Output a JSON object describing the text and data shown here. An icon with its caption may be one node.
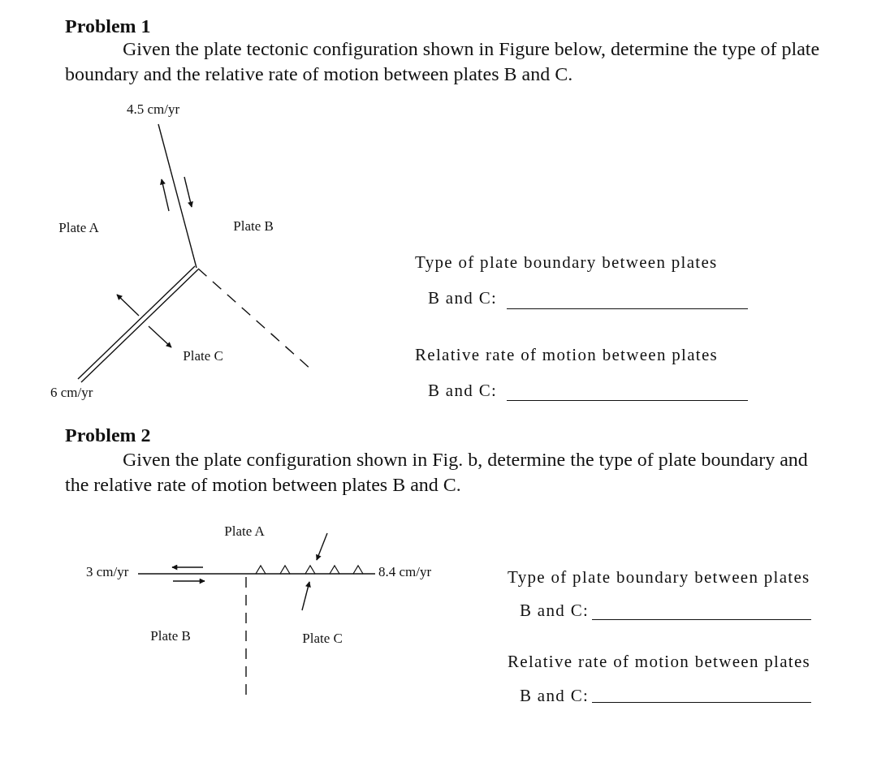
{
  "diagram": {
    "labels": [
      "Problem 1",
      "Given the plate tectonic configuration shown in Figure below, determine the type of plate boundary and the relative rate of motion between plates B and C.",
      "4.5 cm/yr",
      "Plate A",
      "Plate B",
      "Type of plate boundary between plates",
      "B and C:",
      "Plate C",
      "Relative rate of motion between plates",
      "6 cm/yr",
      "B and C:",
      "Problem 2",
      "Given the plate configuration shown in Fig. b, determine the type of plate boundary and the relative rate of motion between plates B and C.",
      "Plate A",
      "3 cm/yr",
      "8.4 cm/yr",
      "Type of plate boundary between plates",
      "B and C:",
      "Plate B",
      "Plate C",
      "Relative rate of motion between plates",
      "B and C:"
    ]
  }
}
